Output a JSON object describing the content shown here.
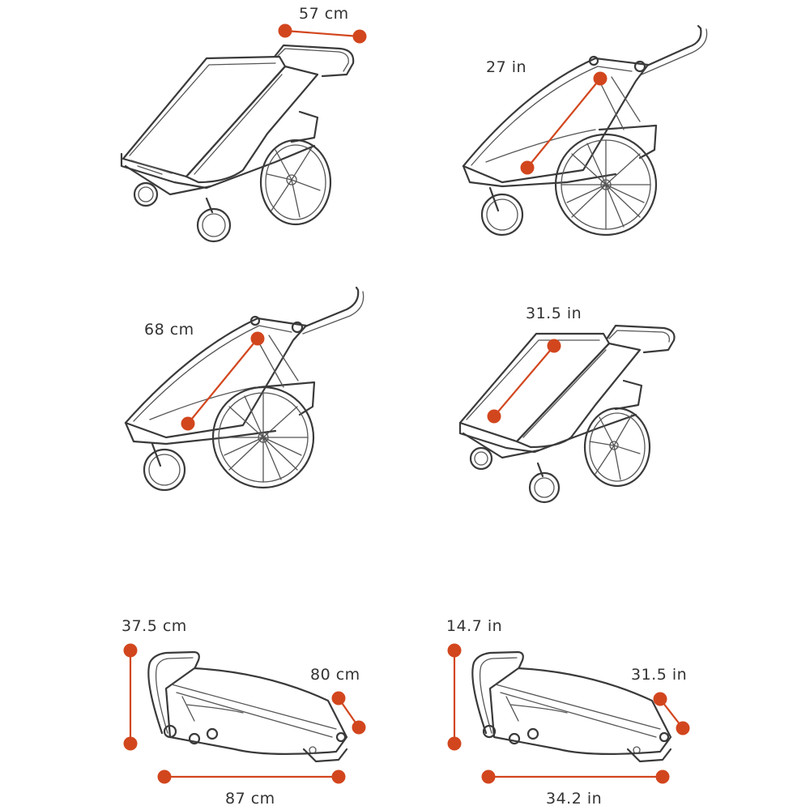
{
  "accent_color": "#d2461e",
  "panels": [
    {
      "id": "unfolded-width-metric",
      "view": "front-three-quarter",
      "dimension": "width",
      "label": "57 cm"
    },
    {
      "id": "seat-height-imperial",
      "view": "side",
      "dimension": "interior height",
      "label": "27 in"
    },
    {
      "id": "seat-height-metric",
      "view": "side",
      "dimension": "interior height",
      "label": "68 cm"
    },
    {
      "id": "canopy-length-imperial",
      "view": "front-three-quarter",
      "dimension": "canopy length",
      "label": "31.5 in"
    },
    {
      "id": "folded-metric",
      "view": "folded-side",
      "labels": {
        "height": "37.5 cm",
        "depth": "80 cm",
        "length": "87 cm"
      }
    },
    {
      "id": "folded-imperial",
      "view": "folded-side",
      "labels": {
        "height": "14.7 in",
        "depth": "31.5 in",
        "length": "34.2 in"
      }
    }
  ]
}
